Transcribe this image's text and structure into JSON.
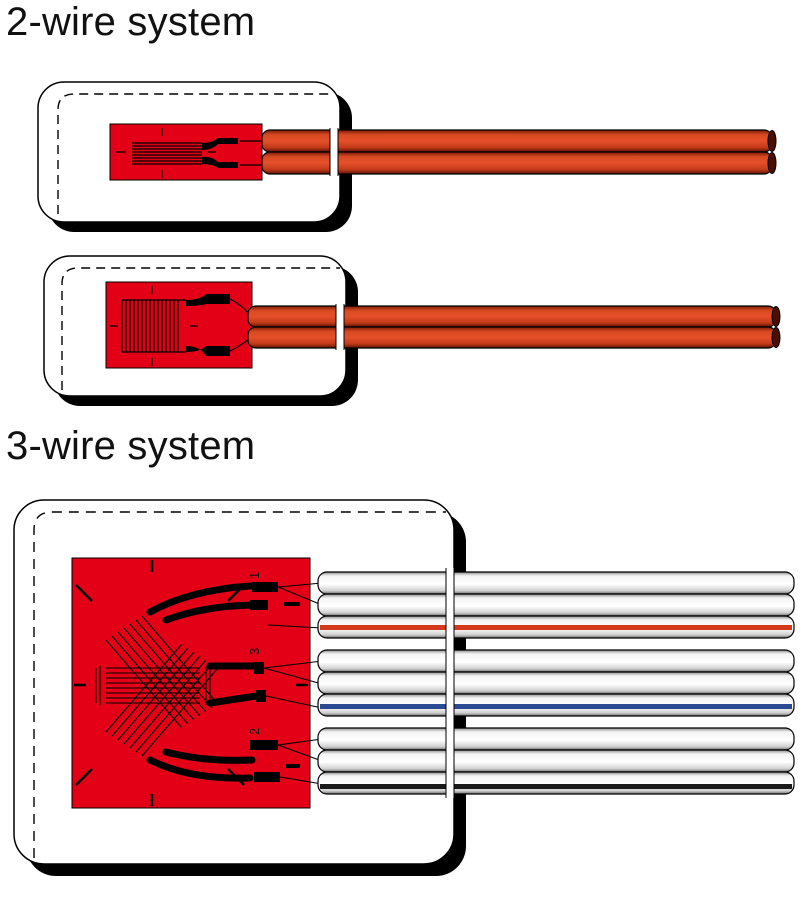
{
  "sections": {
    "two_wire": {
      "title": "2-wire system"
    },
    "three_wire": {
      "title": "3-wire system",
      "terminal_labels": [
        "1",
        "3",
        "2"
      ]
    }
  },
  "colors": {
    "gauge": "#e30016",
    "cable": "#d63a1c",
    "cable_dark": "#7c1a08",
    "stripe_red": "#d63a1c",
    "stripe_blue": "#2b4a94",
    "stripe_black": "#1a1a1a"
  }
}
